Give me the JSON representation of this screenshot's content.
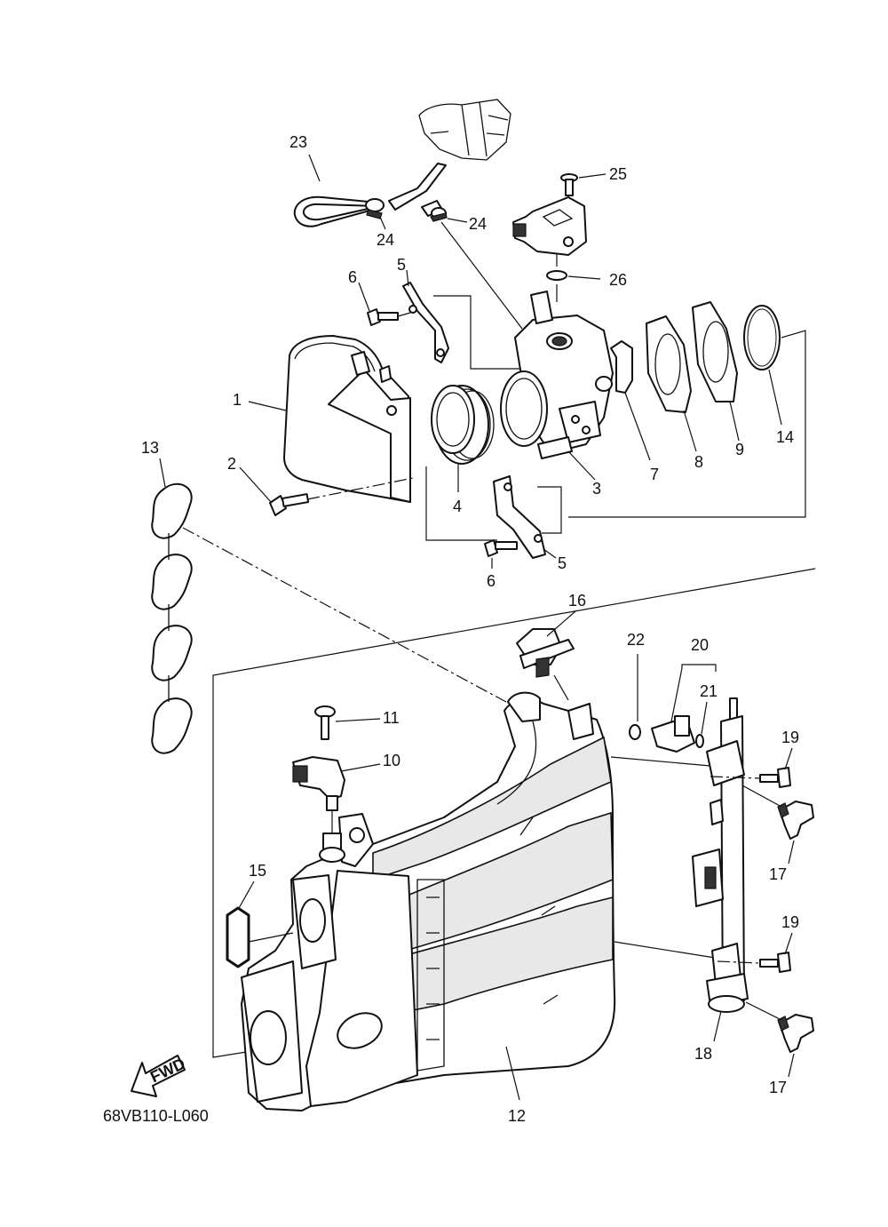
{
  "diagram": {
    "code": "68VB110-L060",
    "fwd_label": "FWD",
    "callouts": {
      "c1": "1",
      "c2": "2",
      "c3": "3",
      "c4": "4",
      "c5a": "5",
      "c5b": "5",
      "c6a": "6",
      "c6b": "6",
      "c7": "7",
      "c8": "8",
      "c9": "9",
      "c10": "10",
      "c11": "11",
      "c12": "12",
      "c13": "13",
      "c14": "14",
      "c15": "15",
      "c16": "16",
      "c17a": "17",
      "c17b": "17",
      "c18": "18",
      "c19a": "19",
      "c19b": "19",
      "c20": "20",
      "c21": "21",
      "c22": "22",
      "c23": "23",
      "c24a": "24",
      "c24b": "24",
      "c25": "25",
      "c26": "26"
    }
  }
}
